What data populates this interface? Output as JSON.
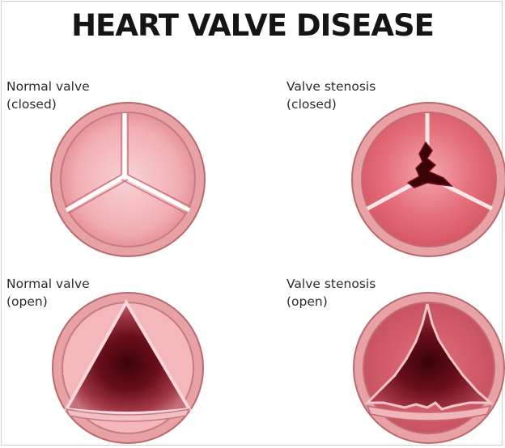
{
  "title": "HEART VALVE DISEASE",
  "panels": [
    {
      "line1": "Normal valve",
      "line2": "(closed)"
    },
    {
      "line1": "Valve stenosis",
      "line2": "(closed)"
    },
    {
      "line1": "Normal valve",
      "line2": "(open)"
    },
    {
      "line1": "Valve stenosis",
      "line2": "(open)"
    }
  ],
  "colors": {
    "ring": "#e29a9c",
    "ring_outline": "#b86a6e",
    "leaflet": "#f3b7bc",
    "opening_dark": "#4a0710"
  }
}
